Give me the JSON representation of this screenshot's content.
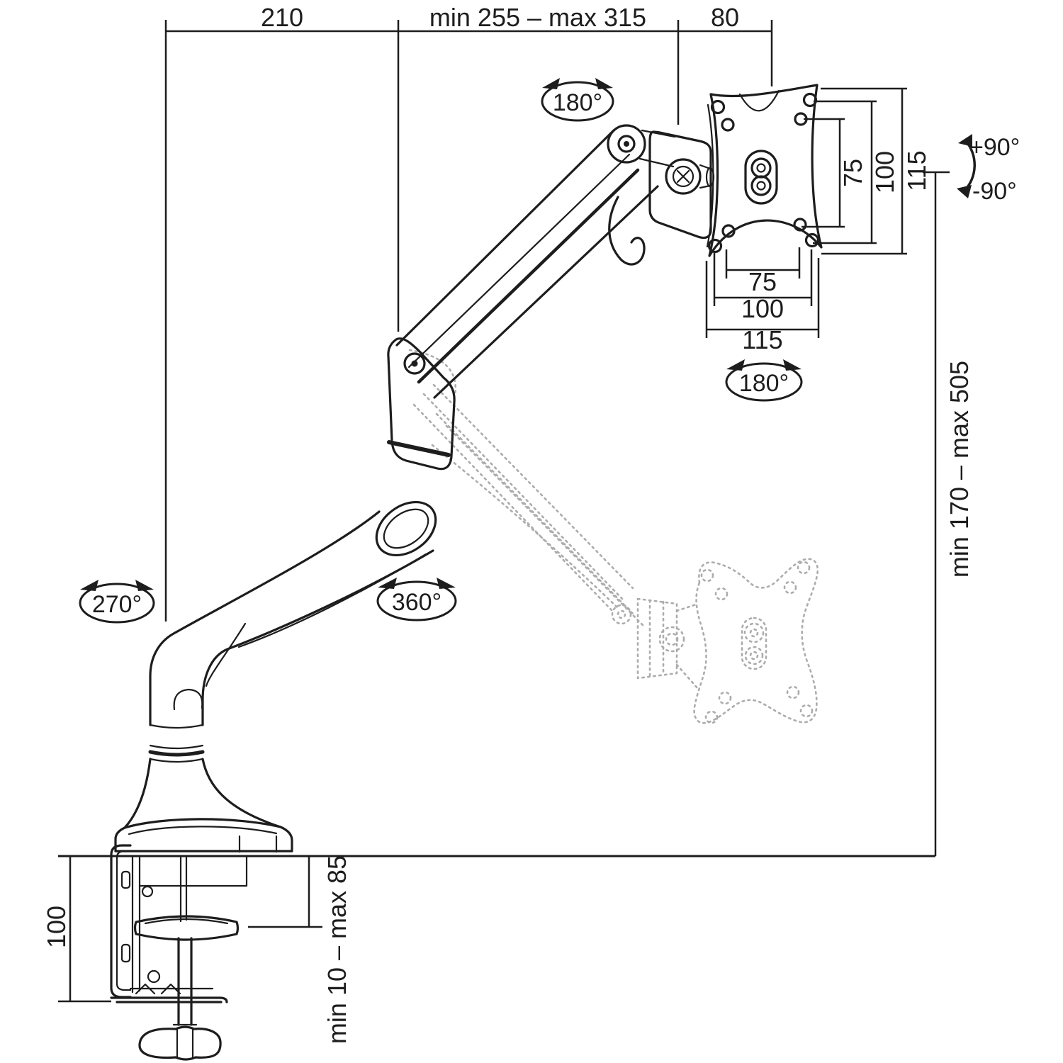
{
  "diagram": {
    "title": "Gas-spring monitor desk mount arm dimension drawing",
    "colors": {
      "background": "#ffffff",
      "line": "#1d1d1d",
      "ghost": "#acacac"
    },
    "dimensions": {
      "top_base_to_elbow": "210",
      "top_arm_reach": "min 255 – max 315",
      "top_head_offset": "80",
      "height_range": "min 170 – max 505",
      "clamp_total_height": "100",
      "desk_thickness": "min 10 – max 85",
      "vesa_vertical": [
        "75",
        "100",
        "115"
      ],
      "vesa_horizontal": [
        "75",
        "100",
        "115"
      ]
    },
    "angles": {
      "head_joint_swivel": "180°",
      "plate_rotation": "180°",
      "base_swivel": "270°",
      "arm_swivel": "360°",
      "tilt_up": "+90°",
      "tilt_down": "-90°"
    }
  }
}
